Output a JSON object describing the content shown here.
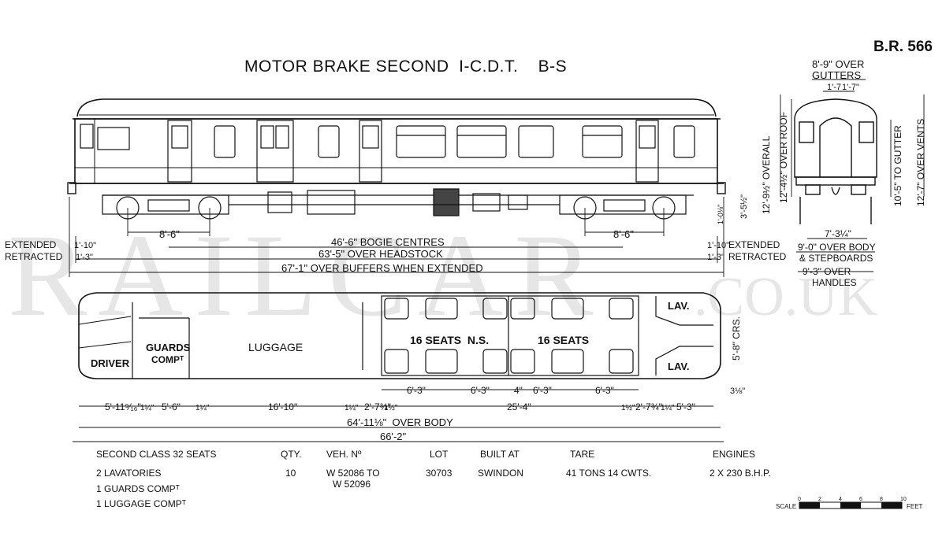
{
  "drawing_ref": "B.R. 566",
  "title": "MOTOR BRAKE SECOND  I-C.D.T.    B-S",
  "watermark": {
    "main": "RAILCAR",
    "suffix": ".CO.UK"
  },
  "side_dims": {
    "bogie_wb_left": "8'-6\"",
    "bogie_wb_right": "8'-6\"",
    "bogie_centres": "46'-6\" BOGIE CENTRES",
    "over_headstock": "63'-5\" OVER  HEADSTOCK",
    "over_buffers": "67'-1\" OVER BUFFERS WHEN EXTENDED",
    "left_extended": "EXTENDED",
    "left_retracted": "RETRACTED",
    "left_ext_val": "1'-10\"",
    "left_ret_val": "1'-3\"",
    "right_ext_val": "1'-10\"",
    "right_ret_val": "1'-3\"",
    "right_extended": "EXTENDED",
    "right_retracted": "RETRACTED",
    "buffer_height": "3'-5½\"",
    "floor_dim": "1'-0⅛\""
  },
  "end_dims": {
    "over_gutters": "8'-9\" OVER\nGUTTERS",
    "gutter_split_a": "1'-7",
    "gutter_split_b": "1'-7\"",
    "overall": "12'-9½\" OVERALL",
    "over_roof": "12'-4½\" OVER ROOF",
    "to_gutter": "10'-5\" TO GUTTER",
    "over_vents": "12'-7\" OVER VENTS",
    "bogie_width": "7'-3¼\"",
    "over_body": "9'-0\" OVER BODY",
    "stepboards": "& STEPBOARDS",
    "over_handles": "9'-3\" OVER",
    "handles": "HANDLES"
  },
  "plan": {
    "compartments": {
      "driver": "DRIVER",
      "guards": "GUARDS",
      "guards2": "COMPᵀ",
      "luggage": "LUGGAGE",
      "seats_ns": "16 SEATS  N.S.",
      "seats": "16 SEATS",
      "lav1": "LAV.",
      "lav2": "LAV."
    },
    "crs": "5'-8\" CRS.",
    "row1": [
      "6'-3\"",
      "6'-3\"",
      "4\"",
      "6'-3\"",
      "6'-3\""
    ],
    "row2": [
      "5'-11⁹⁄₁₆\"",
      "1¼\"",
      "5'-6\"",
      "1¼\"",
      "16'-10\"",
      "1¼\"",
      "2'-7¾\"",
      "1½\"",
      "25'-4\"",
      "1½\"",
      "2'-7¾\"",
      "1¼\"",
      "5'-3\""
    ],
    "right_small": "3⅛\"",
    "over_body": "64'-11⅛\"  OVER BODY",
    "overall": "66'-2\""
  },
  "table": {
    "headers": [
      "SECOND CLASS 32 SEATS",
      "QTY.",
      "VEH. Nº",
      "LOT",
      "BUILT AT",
      "TARE",
      "ENGINES"
    ],
    "row": [
      "2 LAVATORIES",
      "10",
      "W 52086  TO",
      "30703",
      "SWINDON",
      "41 TONS    14 CWTS.",
      "2 X 230   B.H.P."
    ],
    "veh_cont": "W 52096",
    "notes": [
      "1 GUARDS COMPᵀ",
      "1 LUGGAGE COMPᵀ"
    ]
  },
  "scale": {
    "label": "SCALE",
    "ticks": [
      "0",
      "2",
      "4",
      "6",
      "8",
      "10"
    ],
    "unit": "FEET"
  }
}
